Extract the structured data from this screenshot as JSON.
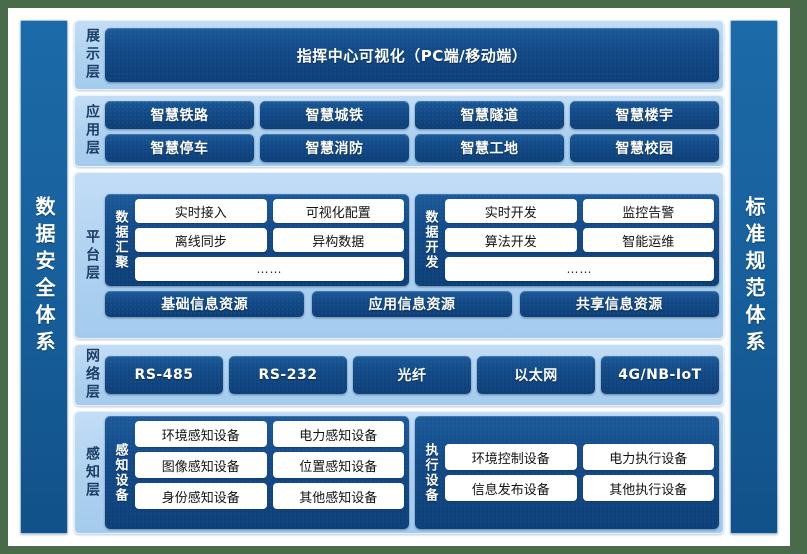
{
  "left_bar": {
    "label": "数据安全体系"
  },
  "right_bar": {
    "label": "标准规范体系"
  },
  "colors": {
    "page_background": "#ffffff",
    "outer_background": "#4a6b4a",
    "band_light_blue": "#aed1f0",
    "box_dark_blue": "#124a87",
    "side_bar_blue": "#17609c",
    "label_text": "#1b3d66",
    "box_text": "#ffffff",
    "item_text": "#121212"
  },
  "layers": {
    "presentation": {
      "label": "展示层",
      "banner": "指挥中心可视化（PC端/移动端）"
    },
    "application": {
      "label": "应用层",
      "row1": [
        "智慧铁路",
        "智慧城铁",
        "智慧隧道",
        "智慧楼宇"
      ],
      "row2": [
        "智慧停车",
        "智慧消防",
        "智慧工地",
        "智慧校园"
      ]
    },
    "platform": {
      "label": "平台层",
      "groups": [
        {
          "name": "数据汇聚",
          "row1": [
            "实时接入",
            "可视化配置"
          ],
          "row2": [
            "离线同步",
            "异构数据"
          ],
          "more": "……"
        },
        {
          "name": "数据开发",
          "row1": [
            "实时开发",
            "监控告警"
          ],
          "row2": [
            "算法开发",
            "智能运维"
          ],
          "more": "……"
        }
      ],
      "resources": [
        "基础信息资源",
        "应用信息资源",
        "共享信息资源"
      ]
    },
    "network": {
      "label": "网络层",
      "items": [
        "RS-485",
        "RS-232",
        "光纤",
        "以太网",
        "4G/NB-IoT"
      ]
    },
    "perception": {
      "label": "感知层",
      "groups": [
        {
          "name": "感知设备",
          "row1": [
            "环境感知设备",
            "电力感知设备"
          ],
          "row2": [
            "图像感知设备",
            "位置感知设备"
          ],
          "row3": [
            "身份感知设备",
            "其他感知设备"
          ]
        },
        {
          "name": "执行设备",
          "row1": [
            "环境控制设备",
            "电力执行设备"
          ],
          "row2": [
            "信息发布设备",
            "其他执行设备"
          ]
        }
      ]
    }
  }
}
